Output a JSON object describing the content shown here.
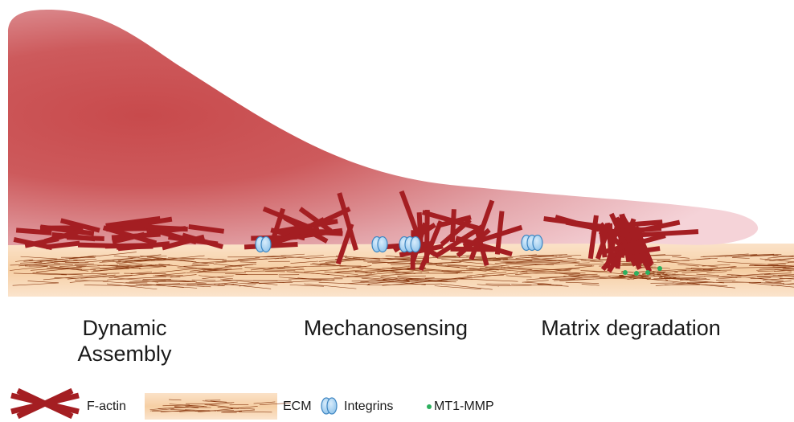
{
  "labels": {
    "dynamic_assembly_line1": "Dynamic",
    "dynamic_assembly_line2": "Assembly",
    "mechanosensing": "Mechanosensing",
    "matrix_degradation": "Matrix degradation"
  },
  "legend": {
    "factin": "F-actin",
    "ecm": "ECM",
    "integrins": "Integrins",
    "mt1mmp": "MT1-MMP"
  },
  "colors": {
    "cell_core": "#c84a4c",
    "cell_edge": "#f2c9ce",
    "actin": "#a41e22",
    "ecm_band": "#f9d9b8",
    "ecm_fiber": "#8b3a12",
    "integrin_fill": "#a9d3f2",
    "integrin_stroke": "#3e86c2",
    "mmp": "#2db05e"
  }
}
